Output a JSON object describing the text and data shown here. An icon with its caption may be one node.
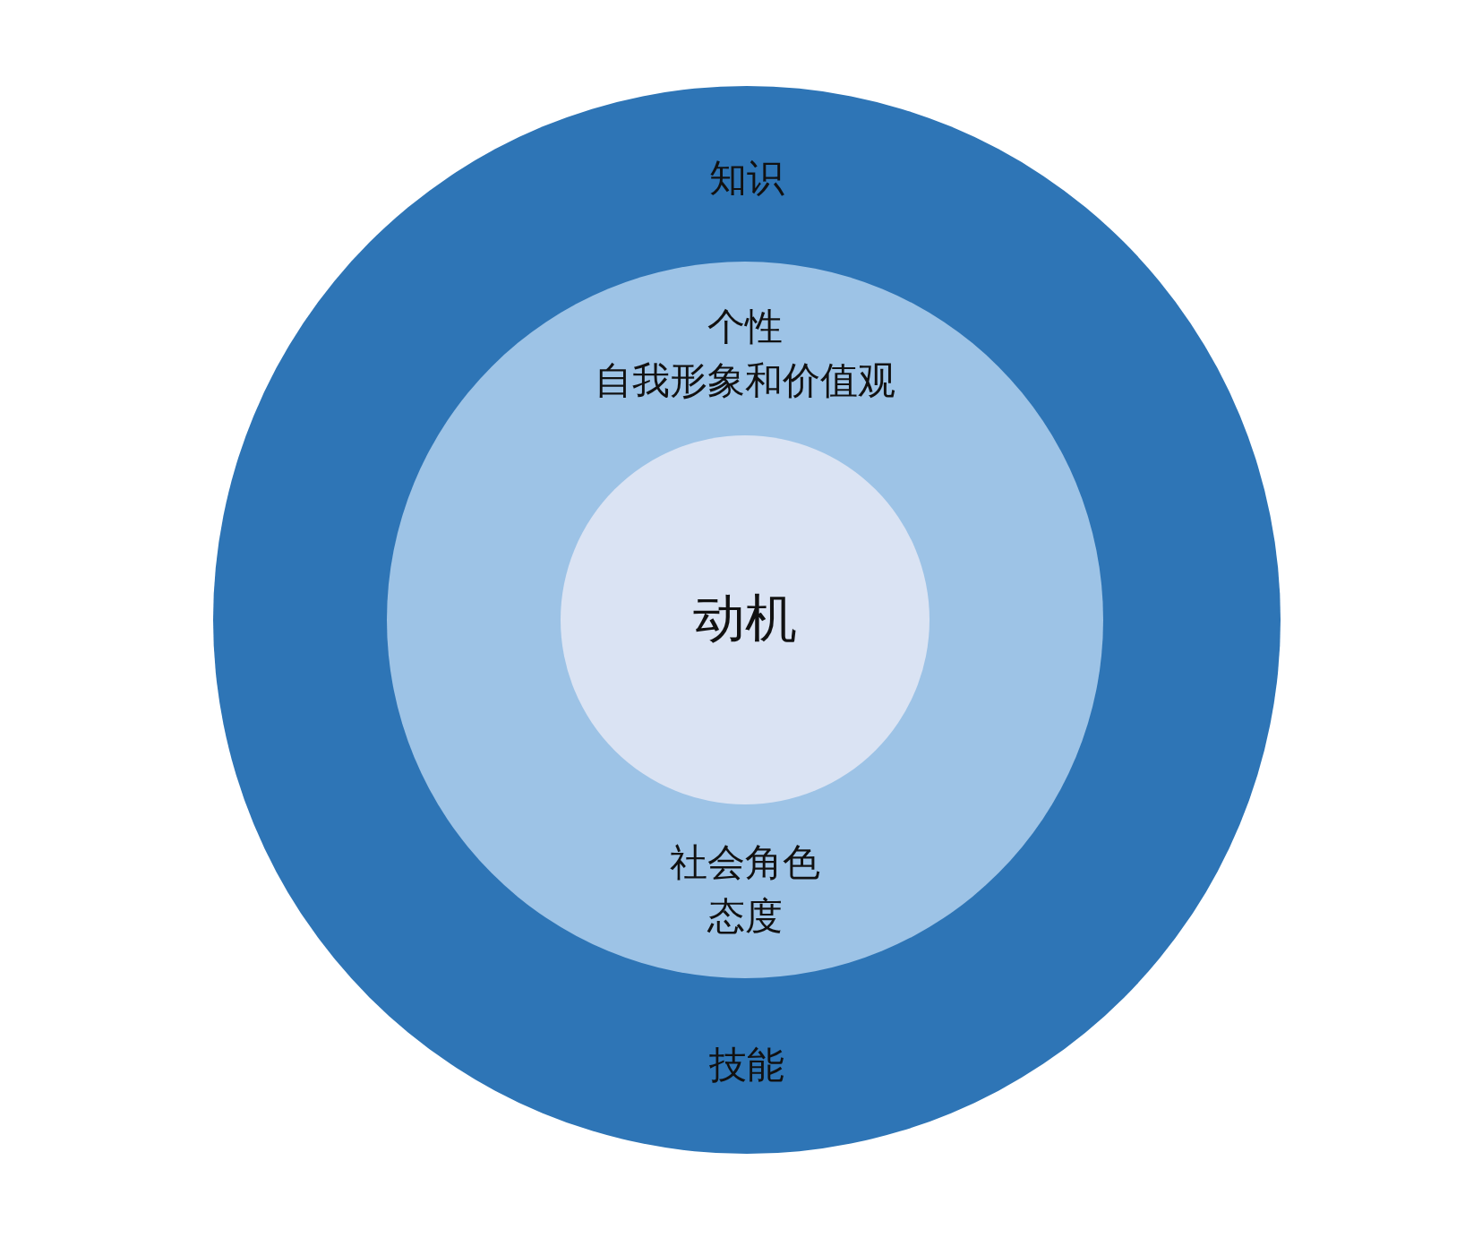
{
  "diagram": {
    "nodes": [
      {
        "text": [
          "知识",
          "技能"
        ]
      },
      {
        "text": [
          "个性",
          "自我形象和价值观",
          "社会角色",
          "态度"
        ],
        "in": 0
      },
      {
        "text": [
          "动机"
        ],
        "in": 1
      }
    ]
  }
}
